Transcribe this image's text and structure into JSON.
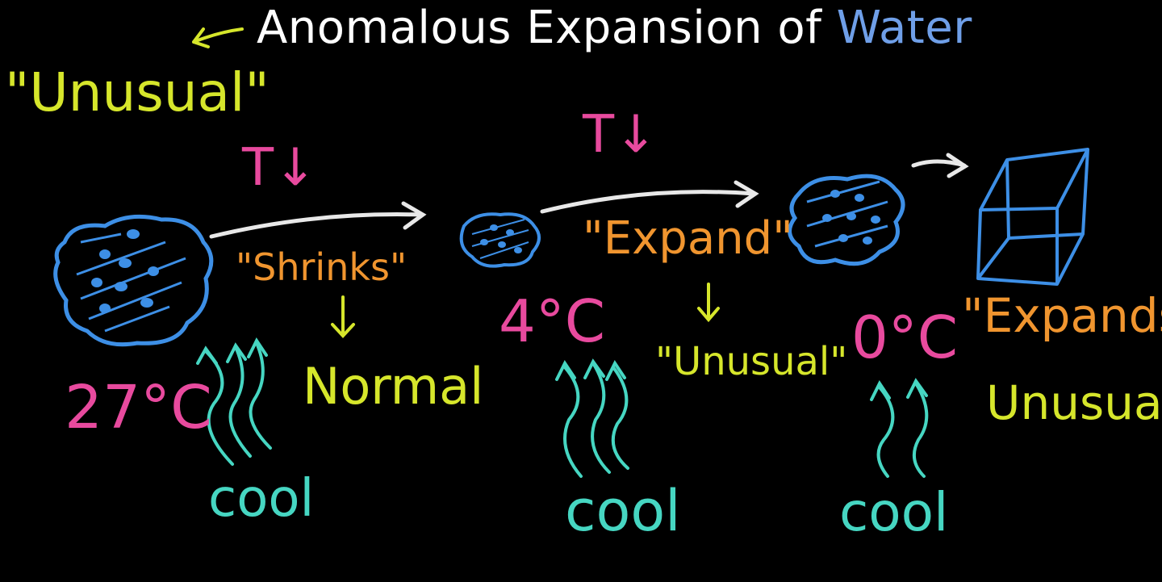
{
  "title": {
    "main": "Anomalous Expansion of ",
    "accent": "Water"
  },
  "labels": {
    "unusual_quote": "\"Unusual\"",
    "t_down_1": "T↓",
    "t_down_2": "T↓",
    "shrinks": "\"Shrinks\"",
    "normal": "Normal",
    "expand": "\"Expand\"",
    "unusual_2": "\"Unusual\"",
    "expands": "\"Expands\"",
    "unusual_3": "Unusual",
    "temp_1": "27°C",
    "temp_2": "4°C",
    "temp_3": "0°C",
    "cool_1": "cool",
    "cool_2": "cool",
    "cool_3": "cool"
  },
  "colors": {
    "background": "#000000",
    "title": "#ffffff",
    "accent": "#6f9fe8",
    "yellow": "#d6e62b",
    "orange": "#f0952f",
    "pink": "#e84a9e",
    "teal": "#46d6c2",
    "blue": "#3d8fe6",
    "arrow": "#e8e8e8"
  }
}
